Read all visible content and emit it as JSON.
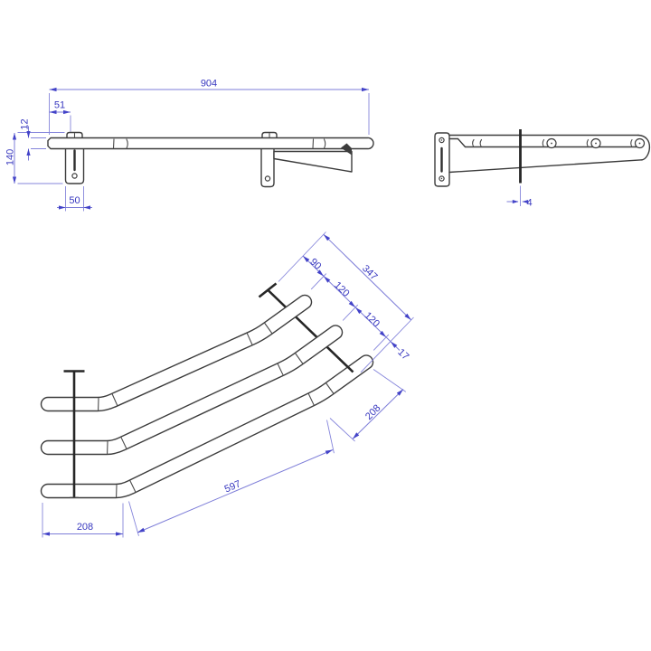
{
  "drawing": {
    "title": "shelf-bracket-technical-drawing",
    "colors": {
      "drawing_line": "#3c3c3c",
      "dimension_line": "#7d7dd8",
      "dimension_text": "#3737bf"
    },
    "views": {
      "front": {
        "name": "front-view",
        "dims": {
          "overall_length": "904",
          "left_offset": "51",
          "tube_diameter": "12",
          "bracket_height": "140",
          "bracket_width": "50"
        }
      },
      "side": {
        "name": "side-view",
        "dims": {
          "plate_thickness": "4"
        }
      },
      "iso": {
        "name": "isometric-view",
        "dims": {
          "lead": "90",
          "pitch_a": "120",
          "pitch_b": "120",
          "tail": "17",
          "plate_length": "347",
          "end_section": "208",
          "diagonal_section": "597",
          "front_section": "208"
        }
      }
    }
  }
}
